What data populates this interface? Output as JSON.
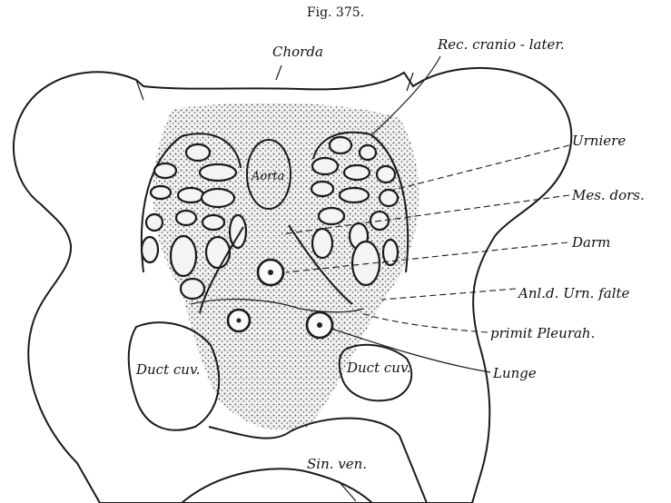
{
  "figure": {
    "title": "Fig. 375."
  },
  "labels": {
    "chorda": "Chorda",
    "rec_cranio_later": "Rec. cranio - later.",
    "urniere": "Urniere",
    "mes_dors": "Mes. dors.",
    "darm": "Darm",
    "anl_urn_falte": "Anl.d. Urn. falte",
    "primit_pleurah": "primit Pleurah.",
    "lunge": "Lunge",
    "aorta": "Aorta",
    "duct_cuv_left": "Duct cuv.",
    "duct_cuv_right": "Duct cuv.",
    "sin_ven": "Sin. ven."
  }
}
